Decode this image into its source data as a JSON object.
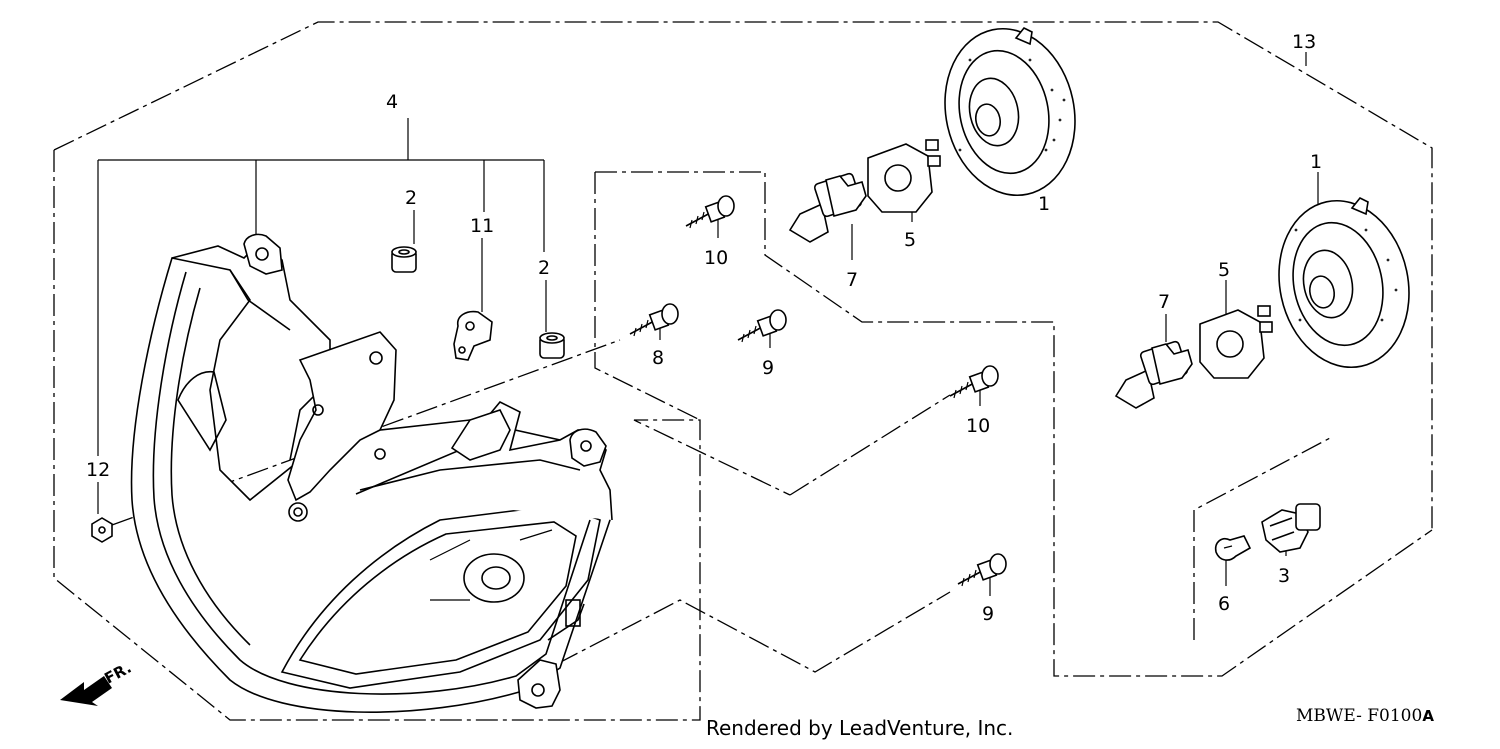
{
  "callouts": {
    "c1a": "1",
    "c1b": "1",
    "c2a": "2",
    "c2b": "2",
    "c3": "3",
    "c4": "4",
    "c5a": "5",
    "c5b": "5",
    "c6": "6",
    "c7a": "7",
    "c7b": "7",
    "c8": "8",
    "c9a": "9",
    "c9b": "9",
    "c10a": "10",
    "c10b": "10",
    "c11": "11",
    "c12": "12",
    "c13": "13"
  },
  "direction_label": "FR.",
  "credit": "Rendered by LeadVenture, Inc.",
  "diagram_code": "MBWE- F0100",
  "diagram_code_suffix": "A",
  "icons": [
    "front-direction-arrow-icon"
  ],
  "colors": {
    "ink": "#000000",
    "background": "#ffffff"
  }
}
